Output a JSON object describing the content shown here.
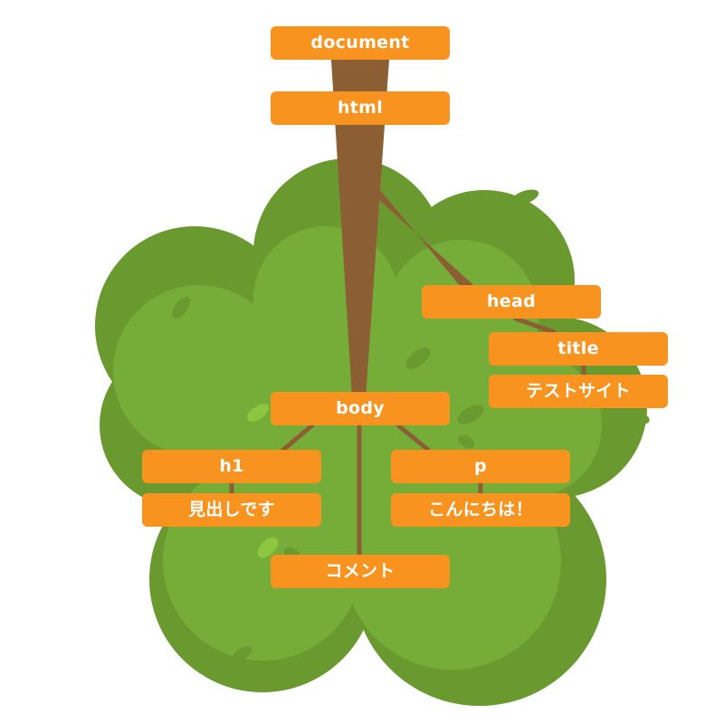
{
  "colors": {
    "node_fill": "#F7931E",
    "node_text": "#FFFFFF",
    "trunk": "#8B5E34",
    "foliage_light": "#76AD38",
    "foliage_dark": "#6A9A2F",
    "leaf_bright": "#8CC63F"
  },
  "nodes": {
    "document": "document",
    "html": "html",
    "head": "head",
    "title": "title",
    "title_text": "テストサイト",
    "body": "body",
    "h1": "h1",
    "h1_text": "見出しです",
    "p": "p",
    "p_text": "こんにちは！",
    "comment": "コメント"
  }
}
